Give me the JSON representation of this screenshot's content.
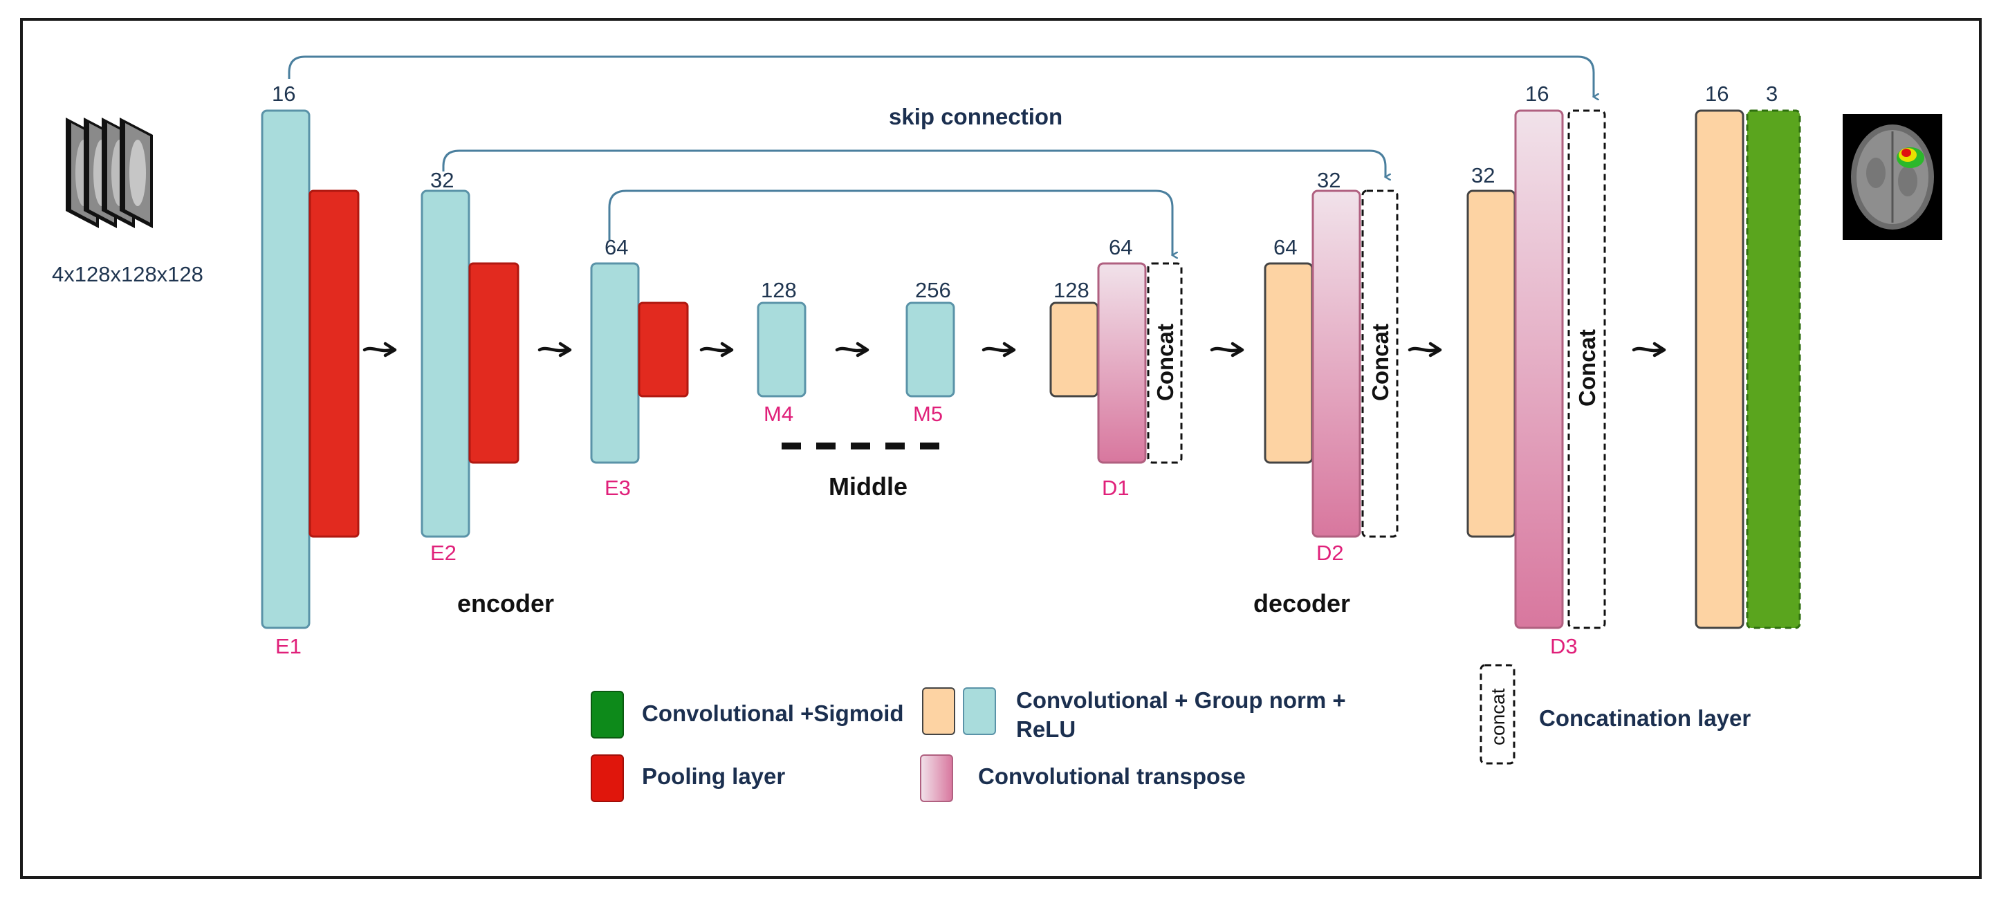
{
  "input": {
    "shape_label": "4x128x128x128"
  },
  "skip_label": "skip connection",
  "sections": {
    "encoder": "encoder",
    "decoder": "decoder",
    "middle": "Middle"
  },
  "blocks": {
    "E1": {
      "name": "E1",
      "channels": "16"
    },
    "E2": {
      "name": "E2",
      "channels": "32"
    },
    "E3": {
      "name": "E3",
      "channels": "64"
    },
    "M4": {
      "name": "M4",
      "channels": "128"
    },
    "M5": {
      "name": "M5",
      "channels": "256"
    },
    "D1": {
      "name": "D1",
      "conv_channels": "128",
      "transpose_channels": "64",
      "concat_label": "Concat"
    },
    "D2": {
      "name": "D2",
      "conv_channels": "64",
      "transpose_channels": "32",
      "concat_label": "Concat"
    },
    "D3": {
      "name": "D3",
      "conv_channels": "32",
      "transpose_channels": "16",
      "concat_label": "Concat"
    },
    "final": {
      "conv_channels": "16",
      "sigmoid_channels": "3"
    }
  },
  "legend": {
    "sigmoid": "Convolutional +Sigmoid",
    "pooling": "Pooling layer",
    "conv_gn_relu_line1": "Convolutional + Group norm +",
    "conv_gn_relu_line2": "ReLU",
    "transpose": "Convolutional transpose",
    "concat_symbol": "concat",
    "concat_layer": "Concatination layer"
  },
  "colors": {
    "encoder_conv": "#a9dcdc",
    "encoder_conv_border": "#5a93a8",
    "pooling": "#e22a1f",
    "pooling_border": "#b01810",
    "decoder_conv": "#fdd3a3",
    "decoder_conv_border": "#444444",
    "transpose_top": "#f0dfe8",
    "transpose_bottom": "#d9789f",
    "transpose_border": "#b06080",
    "sigmoid": "#5aa51e",
    "legend_sigmoid": "#0d8a1a",
    "legend_pooling": "#e0160c",
    "skip_arrow": "#4a7f9e"
  }
}
